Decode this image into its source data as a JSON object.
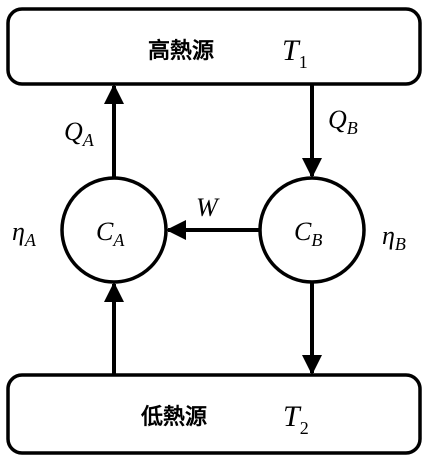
{
  "hot_reservoir": {
    "label": "高熱源",
    "temp_symbol": "T",
    "temp_sub": "1"
  },
  "cold_reservoir": {
    "label": "低熱源",
    "temp_symbol": "T",
    "temp_sub": "2"
  },
  "engine_a": {
    "symbol": "C",
    "sub": "A",
    "eff_symbol": "η",
    "eff_sub": "A"
  },
  "engine_b": {
    "symbol": "C",
    "sub": "B",
    "eff_symbol": "η",
    "eff_sub": "B"
  },
  "heat_a": {
    "symbol": "Q",
    "sub": "A"
  },
  "heat_b": {
    "symbol": "Q",
    "sub": "B"
  },
  "work": {
    "symbol": "W"
  }
}
